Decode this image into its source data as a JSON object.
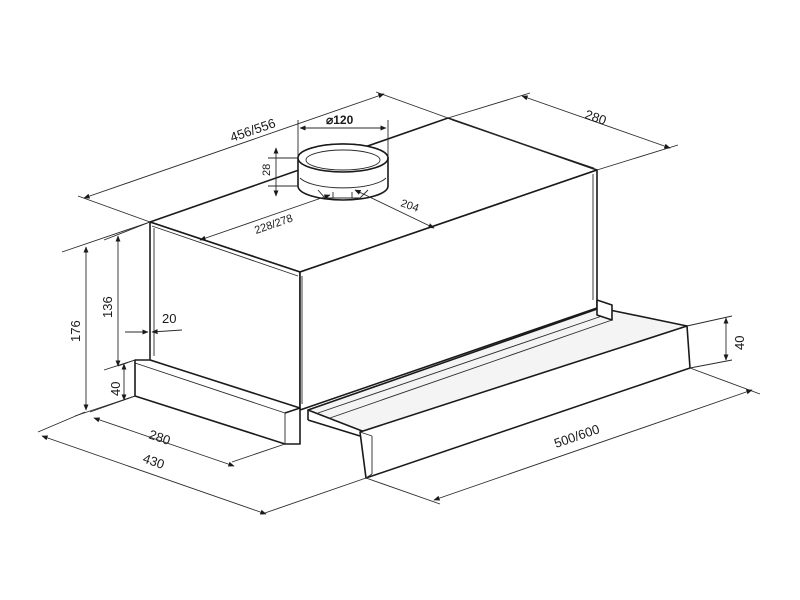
{
  "dimensions": {
    "total_width": "456/556",
    "duct_diameter": "⌀120",
    "duct_height": "28",
    "duct_offset_side": "204",
    "duct_offset_front": "228/278",
    "top_depth": "280",
    "total_height": "176",
    "body_height": "136",
    "front_step": "20",
    "front_strip_height": "40",
    "base_depth": "280",
    "total_depth": "430",
    "drawer_height": "40",
    "drawer_width": "500/600"
  }
}
